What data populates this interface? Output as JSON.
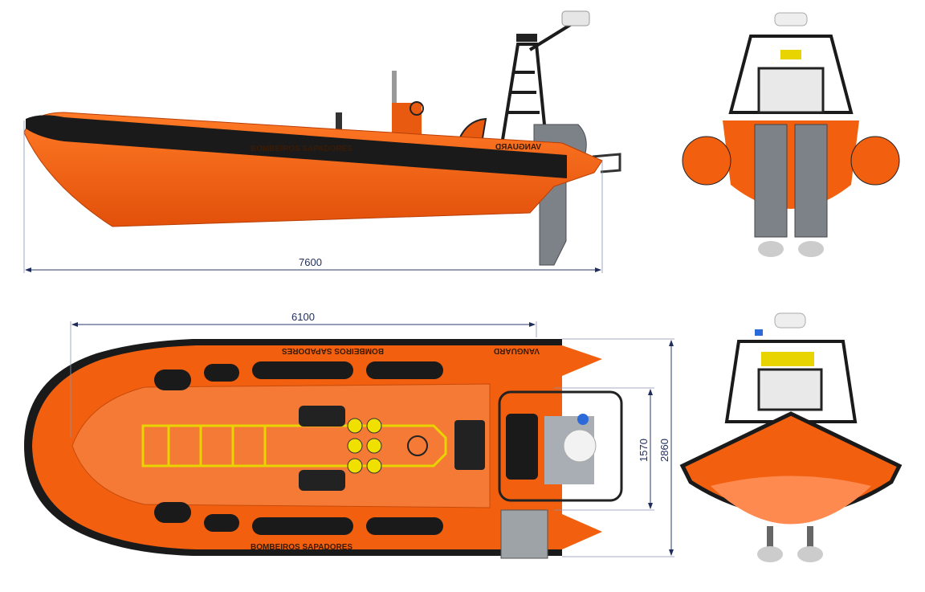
{
  "title": "Rescue RIB general arrangement",
  "dimensions": {
    "overall_length": "7600",
    "hull_length": "6100",
    "inner_beam": "1570",
    "overall_beam": "2860"
  },
  "hull_markings": {
    "name": "BOMBEIROS SAPADORES",
    "brand": "VANGUARD"
  },
  "colors": {
    "hull": "#f2600f",
    "tube_stripe": "#1a1a1a",
    "engine": "#7d8288",
    "dimension_line": "#2b3a6b"
  }
}
